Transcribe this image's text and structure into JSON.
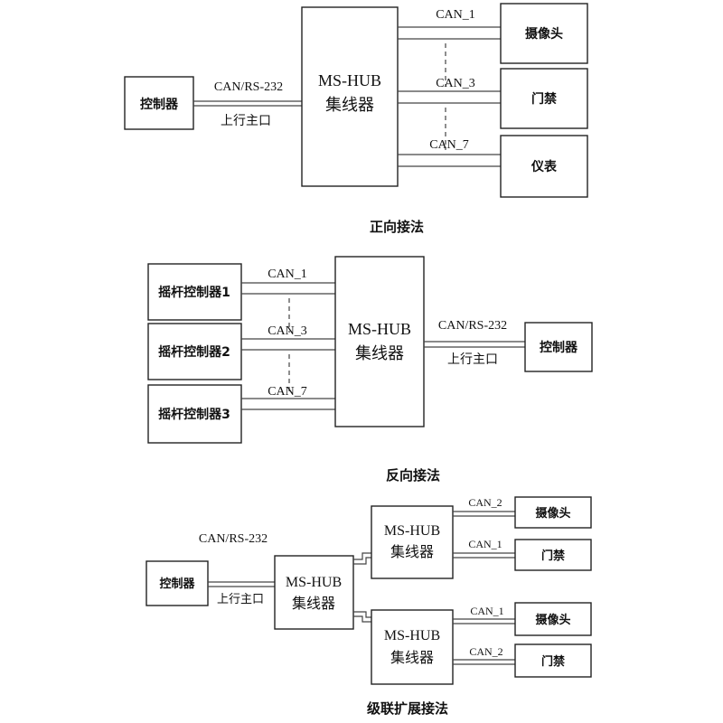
{
  "forward": {
    "caption": "正向接法",
    "controller": "控制器",
    "uplink_proto": "CAN/RS-232",
    "uplink_port": "上行主口",
    "hub_line1": "MS-HUB",
    "hub_line2": "集线器",
    "ports": [
      "CAN_1",
      "CAN_3",
      "CAN_7"
    ],
    "devices": [
      "摄像头",
      "门禁",
      "仪表"
    ]
  },
  "reverse": {
    "caption": "反向接法",
    "joysticks": [
      "摇杆控制器1",
      "摇杆控制器2",
      "摇杆控制器3"
    ],
    "ports": [
      "CAN_1",
      "CAN_3",
      "CAN_7"
    ],
    "hub_line1": "MS-HUB",
    "hub_line2": "集线器",
    "uplink_proto": "CAN/RS-232",
    "uplink_port": "上行主口",
    "controller": "控制器"
  },
  "cascade": {
    "caption": "级联扩展接法",
    "uplink_proto": "CAN/RS-232",
    "uplink_port": "上行主口",
    "controller": "控制器",
    "main_hub_line1": "MS-HUB",
    "main_hub_line2": "集线器",
    "sub_hub_a_line1": "MS-HUB",
    "sub_hub_a_line2": "集线器",
    "sub_hub_b_line1": "MS-HUB",
    "sub_hub_b_line2": "集线器",
    "sub_a_ports": [
      "CAN_2",
      "CAN_1"
    ],
    "sub_a_devices": [
      "摄像头",
      "门禁"
    ],
    "sub_b_ports": [
      "CAN_1",
      "CAN_2"
    ],
    "sub_b_devices": [
      "摄像头",
      "门禁"
    ]
  }
}
